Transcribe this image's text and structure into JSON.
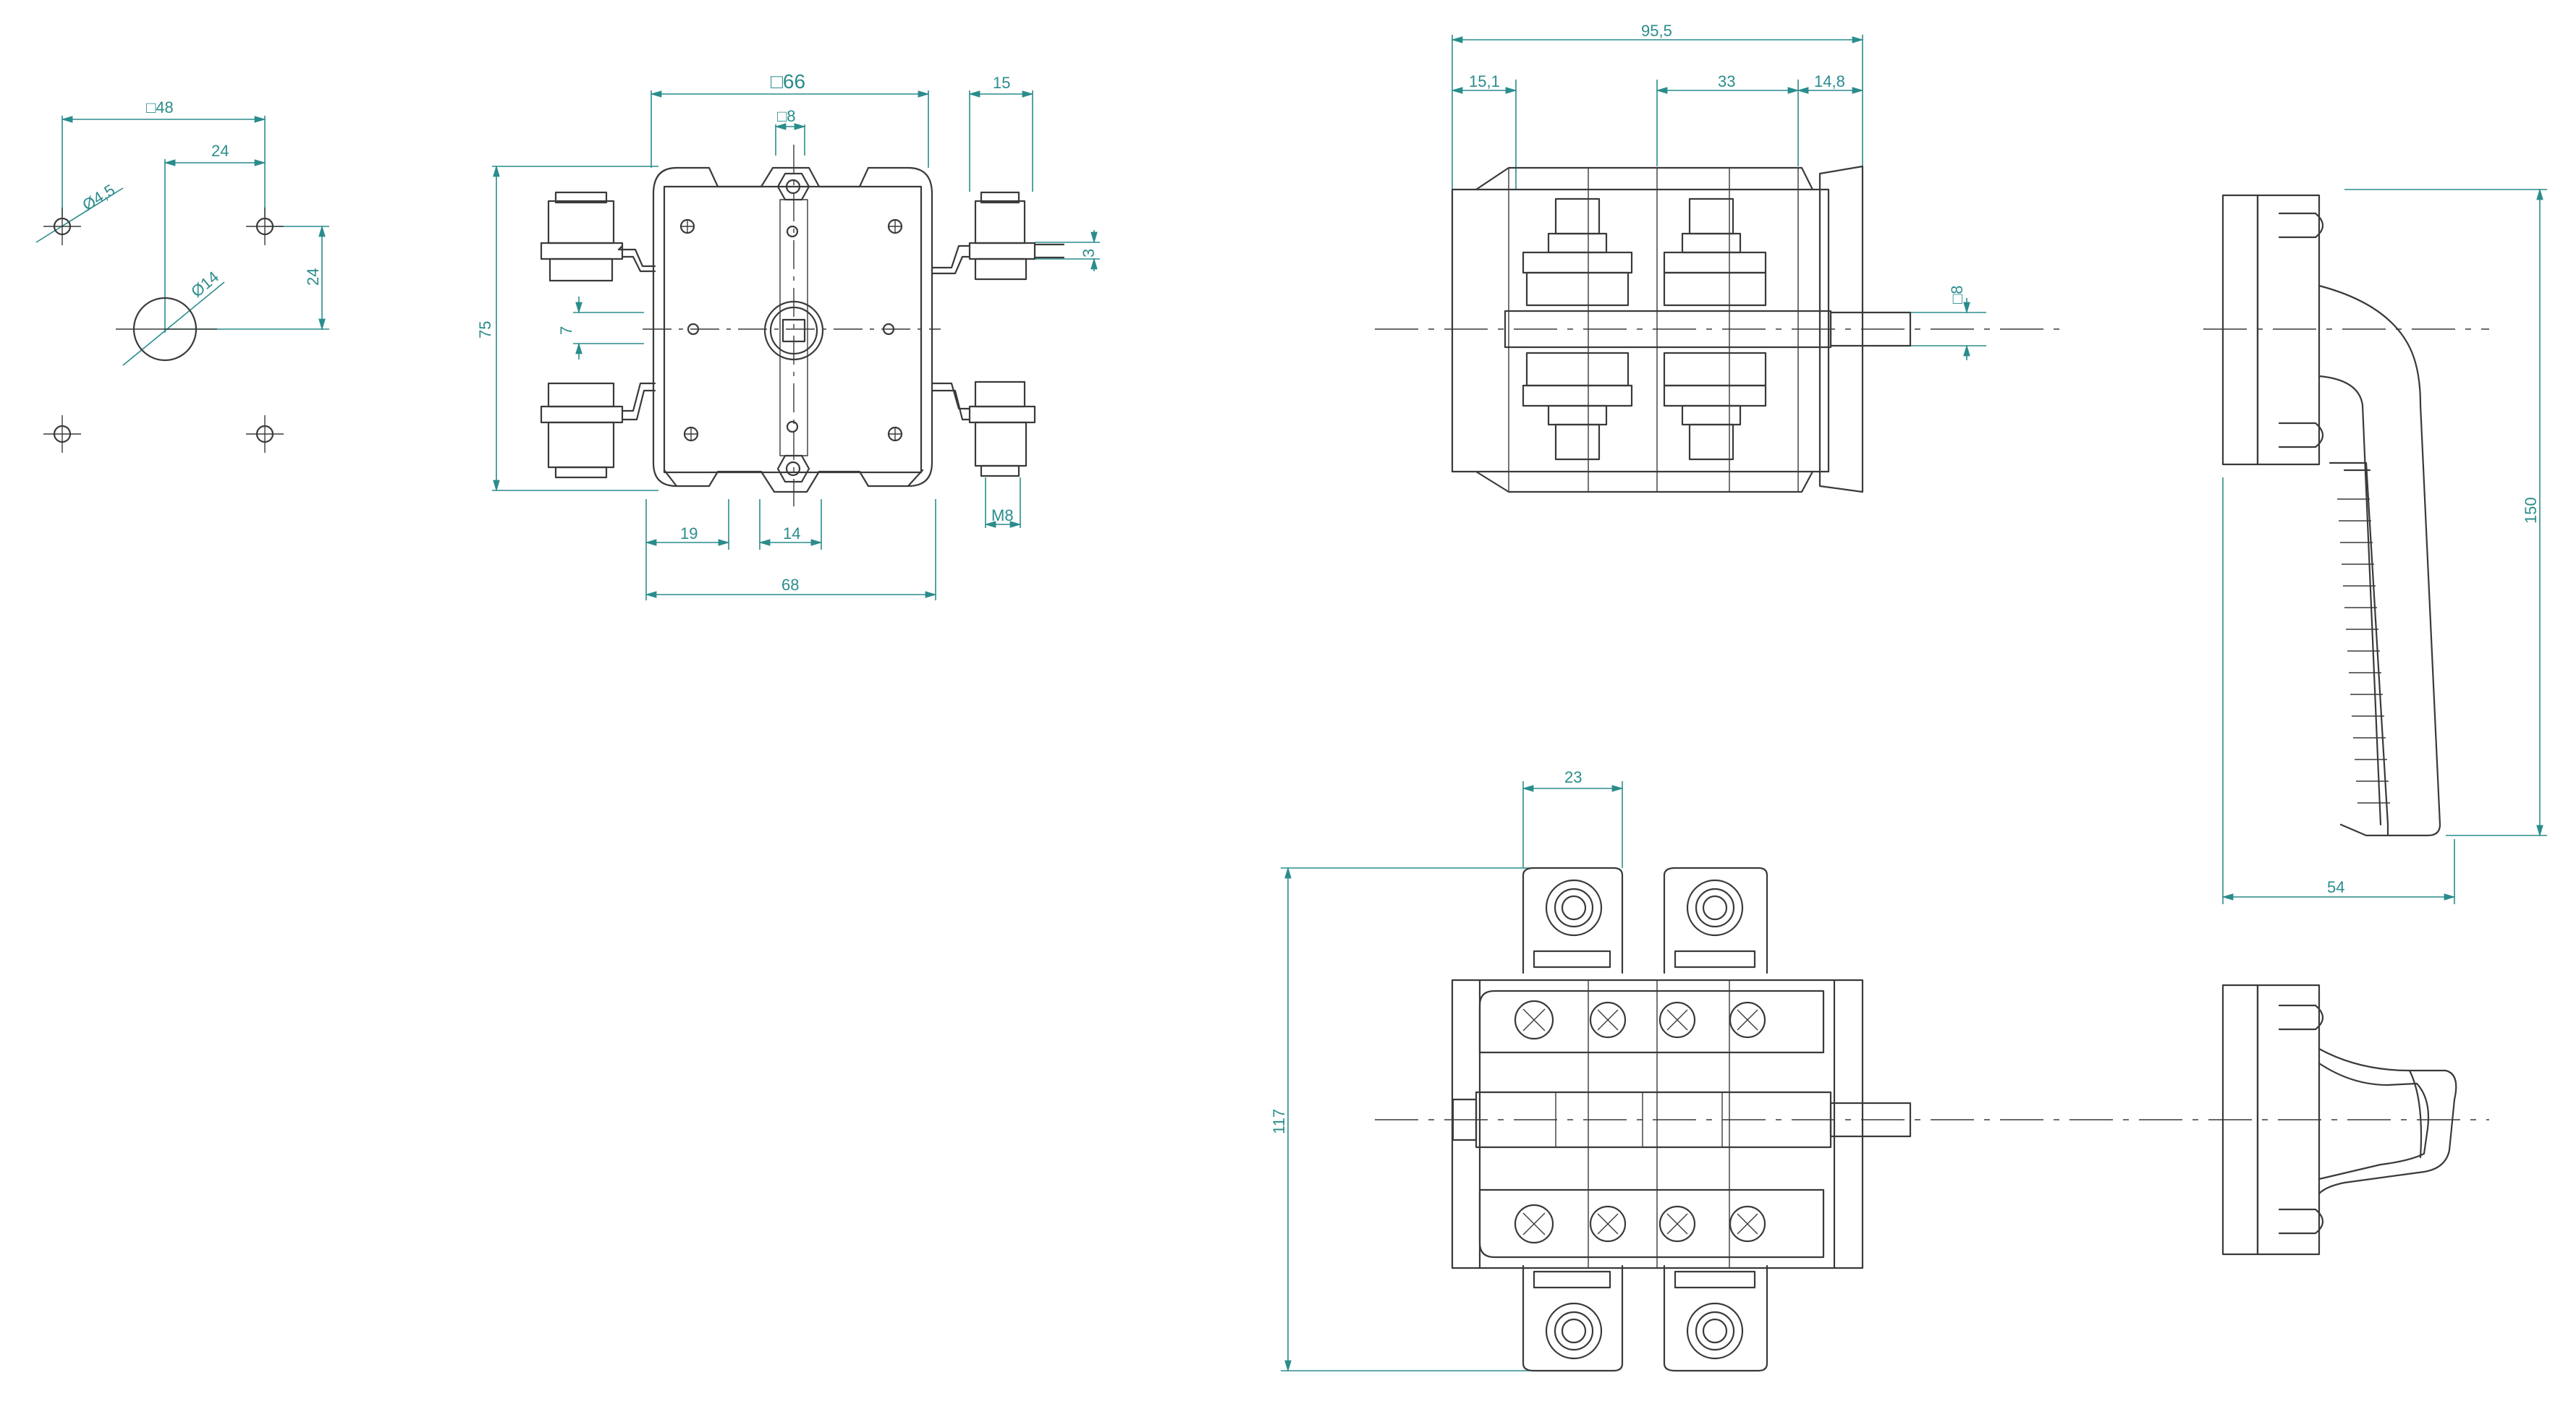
{
  "dimensions": {
    "view1": {
      "square_48": "□48",
      "d24_h": "24",
      "d24_v": "24",
      "dia_4_5": "Ø4,5",
      "dia_14": "Ø14"
    },
    "view2": {
      "square_66": "□66",
      "square_8": "□8",
      "d15": "15",
      "d3": "3",
      "d75": "75",
      "d7": "7",
      "d19": "19",
      "d14": "14",
      "d68": "68",
      "m8": "M8"
    },
    "view3": {
      "d95_5": "95,5",
      "d15_1": "15,1",
      "d33": "33",
      "d14_8": "14,8",
      "square_8": "□8"
    },
    "view4": {
      "d150": "150",
      "d54": "54"
    },
    "view5": {
      "d23": "23",
      "d117": "117"
    }
  }
}
